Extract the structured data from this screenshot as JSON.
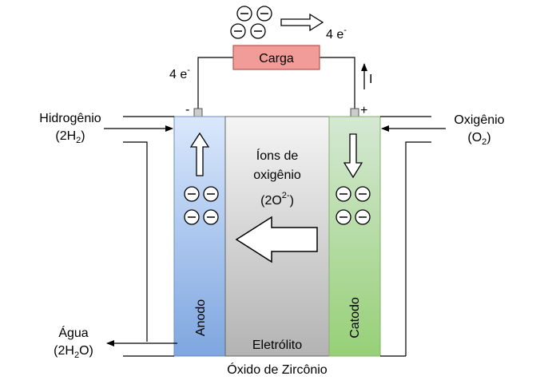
{
  "load": {
    "label": "Carga"
  },
  "electron_flow": {
    "top_label_main": "4 e",
    "top_label_sup": "-",
    "left_label_main": "4 e",
    "left_label_sup": "-",
    "current_label": "I"
  },
  "terminals": {
    "negative": "-",
    "positive": "+"
  },
  "inputs": {
    "hydrogen": {
      "name": "Hidrogênio",
      "formula_open": "(2H",
      "formula_sub": "2",
      "formula_close": ")"
    },
    "oxygen": {
      "name": "Oxigênio",
      "formula_open": "(O",
      "formula_sub": "2",
      "formula_close": ")"
    }
  },
  "outputs": {
    "water": {
      "name": "Água",
      "formula_open": "(2H",
      "formula_sub": "2",
      "formula_close": "O)"
    }
  },
  "electrolyte": {
    "ions_line1": "Íons de",
    "ions_line2": "oxigênio",
    "ions_formula_open": "(2O",
    "ions_formula_sup": "2-",
    "ions_formula_close": ")",
    "label": "Eletrólito",
    "material": "Óxido de Zircônio"
  },
  "anode": {
    "label": "Anodo"
  },
  "cathode": {
    "label": "Catodo"
  },
  "colors": {
    "load_fill": "#f19c99",
    "load_stroke": "#b85450",
    "anode_top": "#dae8fc",
    "anode_bottom": "#7ea6e0",
    "cathode_top": "#d5e8d4",
    "cathode_bottom": "#97d077",
    "electrolyte_top": "#f5f5f5",
    "electrolyte_bottom": "#b3b3b3"
  }
}
